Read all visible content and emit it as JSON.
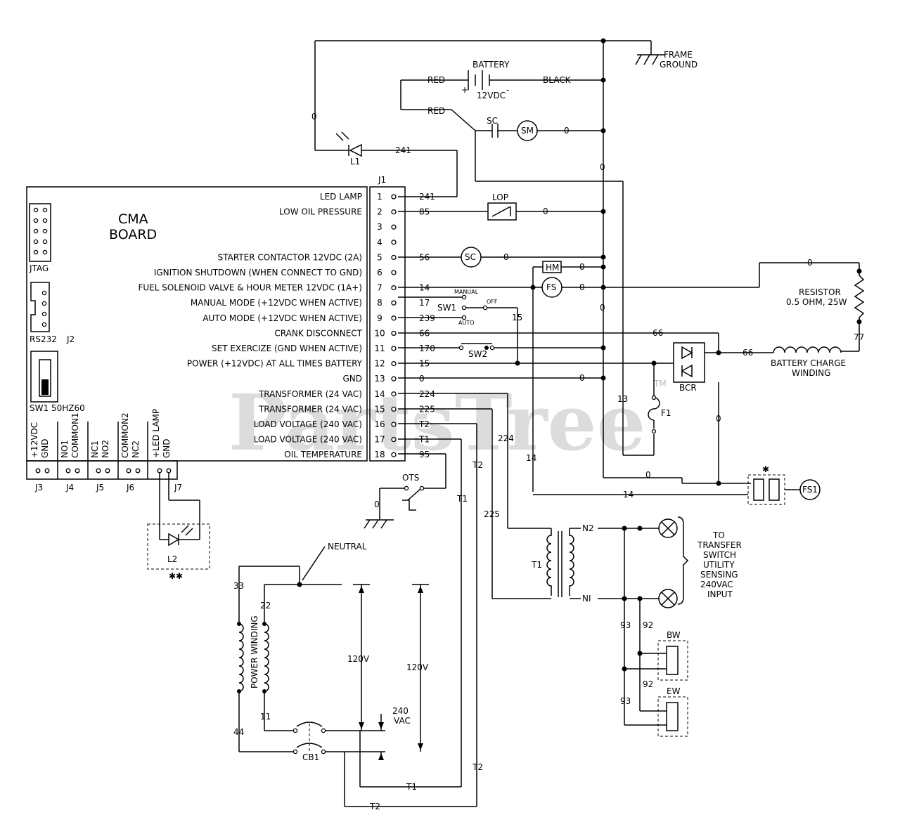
{
  "watermark": "PartsTree",
  "watermark_tm": "TM",
  "board": {
    "title_line1": "CMA",
    "title_line2": "BOARD",
    "jtag": "JTAG",
    "rs232": "RS232",
    "j2": "J2",
    "sw1_label": "SW1 50HZ60",
    "j1": "J1"
  },
  "pins": [
    {
      "num": "1",
      "label": "LED LAMP",
      "wire": "241"
    },
    {
      "num": "2",
      "label": "LOW OIL PRESSURE",
      "wire": "85"
    },
    {
      "num": "3",
      "label": "",
      "wire": ""
    },
    {
      "num": "4",
      "label": "",
      "wire": ""
    },
    {
      "num": "5",
      "label": "STARTER CONTACTOR 12VDC (2A)",
      "wire": "56"
    },
    {
      "num": "6",
      "label": "IGNITION SHUTDOWN (WHEN CONNECT TO GND)",
      "wire": ""
    },
    {
      "num": "7",
      "label": "FUEL SOLENOID VALVE & HOUR METER 12VDC (1A+)",
      "wire": "14"
    },
    {
      "num": "8",
      "label": "MANUAL MODE (+12VDC WHEN ACTIVE)",
      "wire": "17"
    },
    {
      "num": "9",
      "label": "AUTO MODE (+12VDC WHEN ACTIVE)",
      "wire": "239"
    },
    {
      "num": "10",
      "label": "CRANK DISCONNECT",
      "wire": "66"
    },
    {
      "num": "11",
      "label": "SET EXERCIZE (GND WHEN ACTIVE)",
      "wire": "170"
    },
    {
      "num": "12",
      "label": "POWER (+12VDC) AT ALL TIMES BATTERY",
      "wire": "15"
    },
    {
      "num": "13",
      "label": "GND",
      "wire": "0"
    },
    {
      "num": "14",
      "label": "TRANSFORMER (24 VAC)",
      "wire": "224"
    },
    {
      "num": "15",
      "label": "TRANSFORMER (24 VAC)",
      "wire": "225"
    },
    {
      "num": "16",
      "label": "LOAD VOLTAGE (240 VAC)",
      "wire": "T2"
    },
    {
      "num": "17",
      "label": "LOAD VOLTAGE (240 VAC)",
      "wire": "T1"
    },
    {
      "num": "18",
      "label": "OIL TEMPERATURE",
      "wire": "95"
    }
  ],
  "bottom_connectors": {
    "j3": {
      "name": "J3",
      "lines": [
        "+12VDC",
        "GND"
      ]
    },
    "j4": {
      "name": "J4",
      "lines": [
        "NO1",
        "COMMON1"
      ]
    },
    "j5": {
      "name": "J5",
      "lines": [
        "NC1",
        "NO2"
      ]
    },
    "j6": {
      "name": "J6",
      "lines": [
        "COMMON2",
        "NC2"
      ]
    },
    "j7": {
      "name": "J7",
      "lines": [
        "+LED LAMP",
        "GND"
      ]
    }
  },
  "labels": {
    "frame_ground_1": "FRAME",
    "frame_ground_2": "GROUND",
    "battery": "BATTERY",
    "battery_v": "12VDC",
    "plus": "+",
    "minus": "-",
    "red": "RED",
    "black": "BLACK",
    "sc": "SC",
    "sm": "SM",
    "fs": "FS",
    "fs1": "FS1",
    "hm": "HM",
    "lop": "LOP",
    "l1": "L1",
    "l2": "L2",
    "manual": "MANUAL",
    "off": "OFF",
    "auto": "AUTO",
    "sw1": "SW1",
    "sw2": "SW2",
    "resistor_1": "RESISTOR",
    "resistor_2": "0.5 OHM, 25W",
    "bcr": "BCR",
    "f1": "F1",
    "bcw_1": "BATTERY CHARGE",
    "bcw_2": "WINDING",
    "ots": "OTS",
    "neutral": "NEUTRAL",
    "power_winding": "POWER WINDING",
    "v120": "120V",
    "v240_1": "240",
    "v240_2": "VAC",
    "cb1": "CB1",
    "t1_trans": "T1",
    "n2": "N2",
    "n1": "NI",
    "bw": "BW",
    "ew": "EW",
    "asterisk": "✱",
    "double_asterisk": "✱✱",
    "transfer_1": "TO",
    "transfer_2": "TRANSFER",
    "transfer_3": "SWITCH",
    "transfer_4": "UTILITY",
    "transfer_5": "SENSING",
    "transfer_6": "240VAC",
    "transfer_7": "INPUT"
  },
  "wire_numbers": {
    "zero": "0",
    "w241": "241",
    "w15": "15",
    "w66": "66",
    "w77": "77",
    "w13": "13",
    "w14": "14",
    "w224": "224",
    "w225": "225",
    "t1": "T1",
    "t2": "T2",
    "w33": "33",
    "w22": "22",
    "w11": "11",
    "w44": "44",
    "w93": "93",
    "w92": "92"
  }
}
